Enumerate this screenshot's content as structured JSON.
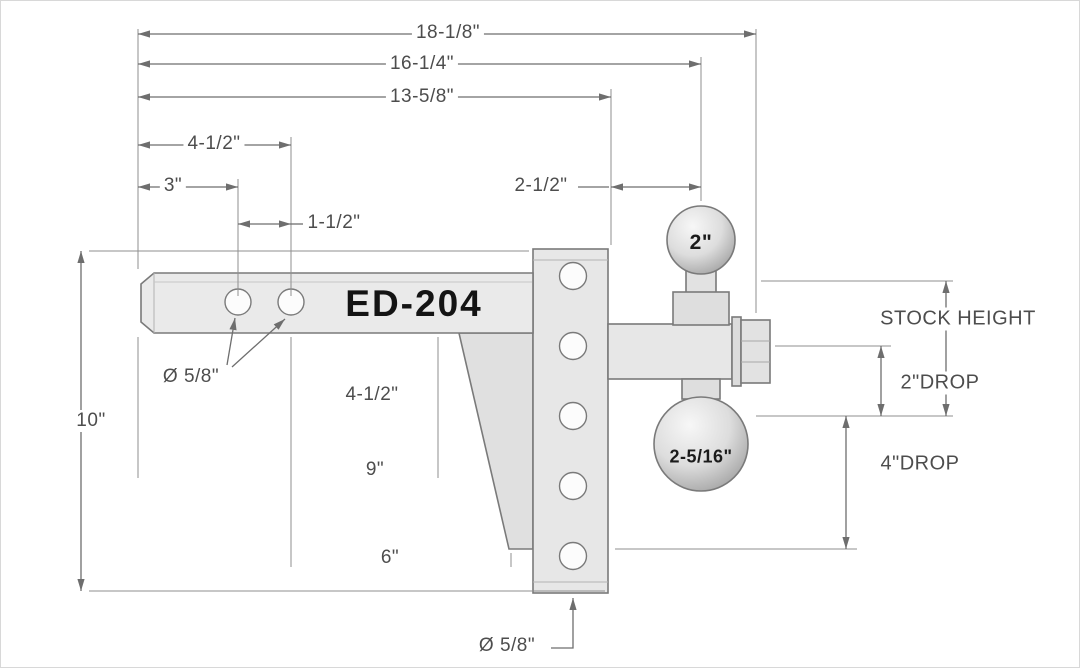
{
  "part_number": "ED-204",
  "labels": {
    "overall_length": "18-1/8\"",
    "length_to_ball_center": "16-1/4\"",
    "length_to_channel": "13-5/8\"",
    "hole2_offset": "4-1/2\"",
    "hole1_offset": "3\"",
    "hole_spacing": "1-1/2\"",
    "channel_to_ball_center": "2-1/2\"",
    "top_ball_size": "2\"",
    "stock_height": "STOCK HEIGHT",
    "drop_2": "2\"DROP",
    "bottom_ball_size": "2-5/16\"",
    "drop_4": "4\"DROP",
    "channel_height": "10\"",
    "shank_hole_diameter": "Ø 5/8\"",
    "hole2_to_pin": "4-1/2\"",
    "front_to_pin": "9\"",
    "hole2_to_gusset_tip": "6\"",
    "channel_hole_diameter": "Ø 5/8\""
  },
  "colors": {
    "dimension_line": "#6e6e6e",
    "extension_line": "#8f8f8f",
    "metal_fill": "#e7e7e7",
    "outline": "#7a7a7a",
    "text": "#4d4d4d"
  }
}
